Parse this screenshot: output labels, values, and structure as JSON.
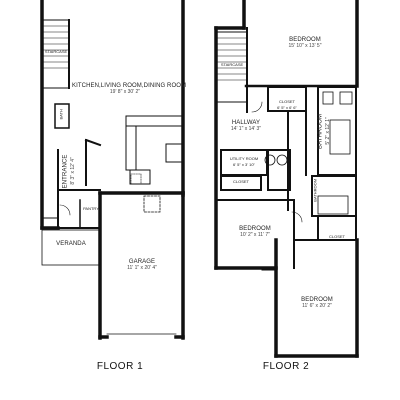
{
  "floor1": {
    "label": "FLOOR 1",
    "staircase": "STAIRCASE",
    "kitchen": {
      "name": "KITCHEN,LIVING ROOM,DINING ROOM",
      "dims": "19' 8\" x 30' 2\""
    },
    "entrance": {
      "name": "ENTRANCE",
      "dims": "8' 3\" x 12' 4\""
    },
    "bathroom_small": "BATH",
    "pantry": "PANTRY",
    "veranda": {
      "name": "VERANDA"
    },
    "garage": {
      "name": "GARAGE",
      "dims": "11' 1\" x 20' 4\""
    }
  },
  "floor2": {
    "label": "FLOOR 2",
    "staircase": "STAIRCASE",
    "bedroom_top": {
      "name": "BEDROOM",
      "dims": "15' 10\" x 13' 5\""
    },
    "closet_top": {
      "name": "CLOSET",
      "dims": "6' 5\" x 6' 6\""
    },
    "bathroom": {
      "name": "BATHROOM",
      "dims": "5' 2\" x 12' 1\""
    },
    "hallway": {
      "name": "HALLWAY",
      "dims": "14' 1\" x 14' 3\""
    },
    "utility": {
      "name": "UTILITY ROOM",
      "dims": "6' 5\" x 3' 10\""
    },
    "closet_mid": {
      "name": "CLOSET"
    },
    "bathroom_small": "BATHROOM",
    "closet_right": {
      "name": "CLOSET"
    },
    "bedroom_mid": {
      "name": "BEDROOM",
      "dims": "10' 2\" x 11' 7\""
    },
    "bedroom_bottom": {
      "name": "BEDROOM",
      "dims": "11' 6\" x 20' 2\""
    }
  }
}
